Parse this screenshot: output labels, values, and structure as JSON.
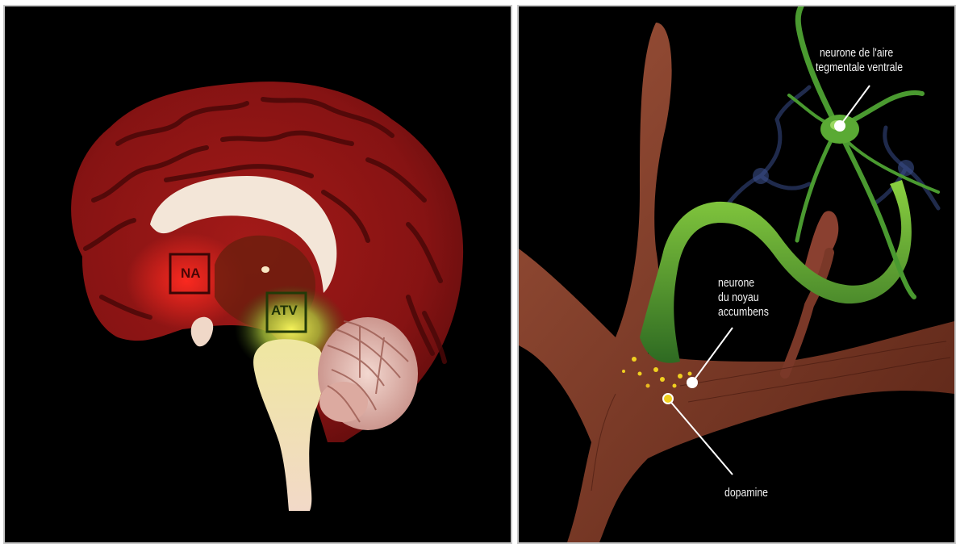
{
  "left_panel": {
    "region_labels": {
      "na": "NA",
      "atv": "ATV"
    }
  },
  "right_panel": {
    "labels": {
      "vta_neuron": "neurone de l'aire tegmentale ventrale",
      "vta_neuron_line1": "neurone de l'aire",
      "vta_neuron_line2": "tegmentale ventrale",
      "accumbens_line1": "neurone",
      "accumbens_line2": "du noyau",
      "accumbens_line3": "accumbens",
      "dopamine": "dopamine"
    }
  },
  "colors": {
    "background": "#000000",
    "cortex": "#8a1414",
    "na_highlight": "#d0201a",
    "atv_highlight": "#d8e048",
    "green_neuron": "#3c8a2a",
    "blue_neurons": "#2a3a6a",
    "brown_neuron": "#7a3a28",
    "dopamine": "#f0d020"
  }
}
